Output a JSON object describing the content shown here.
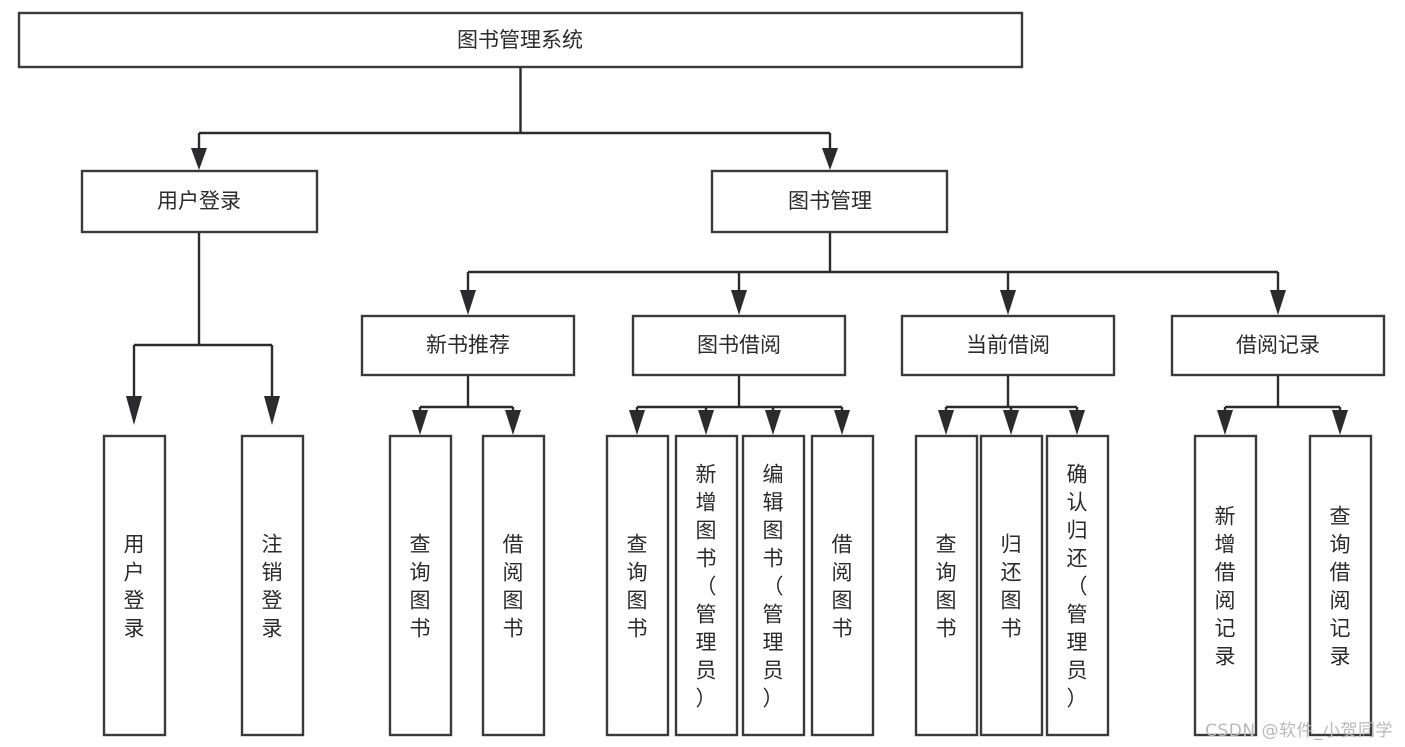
{
  "diagram": {
    "title": "图书管理系统",
    "type": "tree-hierarchy",
    "watermark": "CSDN @软件_小贺同学",
    "colors": {
      "box_stroke": "#3a3a3c",
      "connector": "#2b2b2d",
      "text": "#2b2b2d",
      "background": "#ffffff",
      "watermark": "#b9b9bb"
    },
    "root": {
      "label": "图书管理系统"
    },
    "level2": [
      {
        "label": "用户登录"
      },
      {
        "label": "图书管理"
      }
    ],
    "level3": [
      {
        "label": "新书推荐"
      },
      {
        "label": "图书借阅"
      },
      {
        "label": "当前借阅"
      },
      {
        "label": "借阅记录"
      }
    ],
    "leaves": {
      "user_login": [
        {
          "label": "用户登录"
        },
        {
          "label": "注销登录"
        }
      ],
      "new_book_recommend": [
        {
          "label": "查询图书"
        },
        {
          "label": "借阅图书"
        }
      ],
      "book_borrow": [
        {
          "label": "查询图书"
        },
        {
          "label": "新增图书（管理员）"
        },
        {
          "label": "编辑图书（管理员）"
        },
        {
          "label": "借阅图书"
        }
      ],
      "current_borrow": [
        {
          "label": "查询图书"
        },
        {
          "label": "归还图书"
        },
        {
          "label": "确认归还（管理员）"
        }
      ],
      "borrow_records": [
        {
          "label": "新增借阅记录"
        },
        {
          "label": "查询借阅记录"
        }
      ]
    }
  }
}
